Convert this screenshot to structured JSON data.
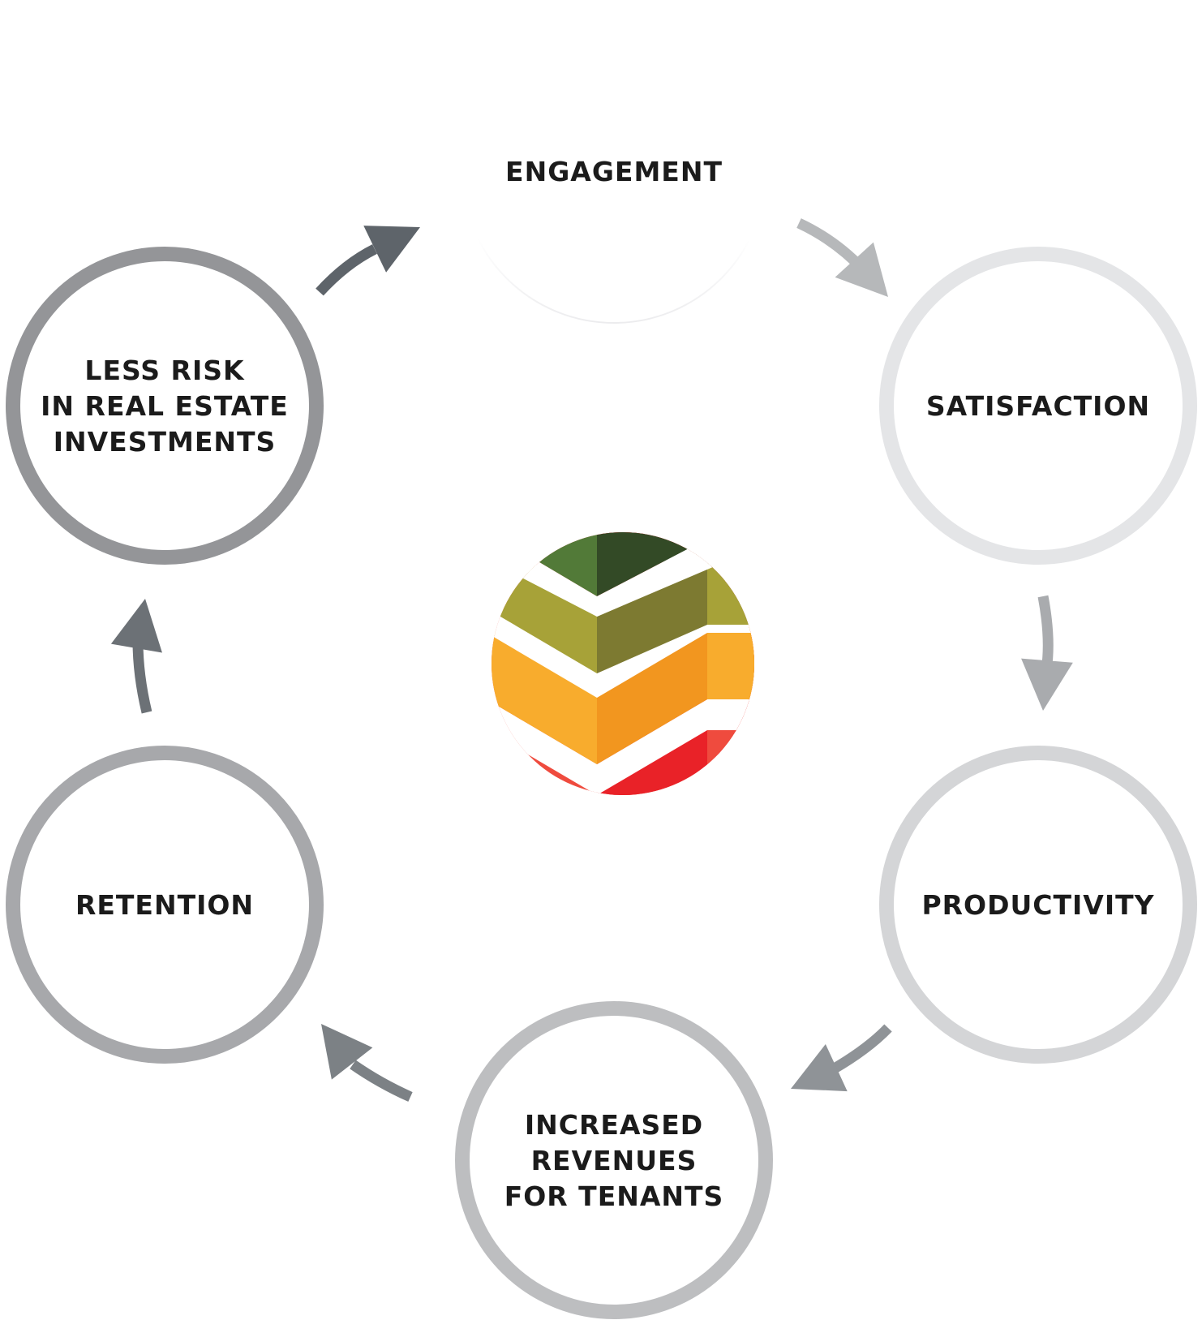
{
  "diagram": {
    "nodes": [
      {
        "id": "engagement",
        "lines": [
          "ENGAGEMENT"
        ],
        "ring_color": "#ffffff",
        "outline": "faded"
      },
      {
        "id": "satisfaction",
        "lines": [
          "SATISFACTION"
        ],
        "ring_color": "#e4e5e7"
      },
      {
        "id": "productivity",
        "lines": [
          "PRODUCTIVITY"
        ],
        "ring_color": "#d4d5d7"
      },
      {
        "id": "revenues",
        "lines": [
          "INCREASED",
          "REVENUES",
          "FOR TENANTS"
        ],
        "ring_color": "#bdbec0"
      },
      {
        "id": "retention",
        "lines": [
          "RETENTION"
        ],
        "ring_color": "#a7a8ab"
      },
      {
        "id": "less-risk",
        "lines": [
          "LESS RISK",
          "IN REAL ESTATE",
          "INVESTMENTS"
        ],
        "ring_color": "#949598"
      }
    ],
    "arrows": [
      {
        "from": "engagement",
        "to": "satisfaction",
        "color": "#b6b8ba"
      },
      {
        "from": "satisfaction",
        "to": "productivity",
        "color": "#a9abae"
      },
      {
        "from": "productivity",
        "to": "revenues",
        "color": "#8f9397"
      },
      {
        "from": "revenues",
        "to": "retention",
        "color": "#7c8185"
      },
      {
        "from": "retention",
        "to": "less-risk",
        "color": "#6c7176"
      },
      {
        "from": "less-risk",
        "to": "engagement",
        "color": "#5e646a"
      }
    ],
    "center_logo": {
      "icon": "layered-chevron-logo",
      "colors": {
        "dark_green": "#334a26",
        "green": "#527a38",
        "olive_light": "#a7a238",
        "olive_dark": "#7d7a31",
        "orange_light": "#f8ac2d",
        "orange_dark": "#f2961f",
        "red_light": "#ef4b3e",
        "red_dark": "#e92228"
      }
    }
  }
}
